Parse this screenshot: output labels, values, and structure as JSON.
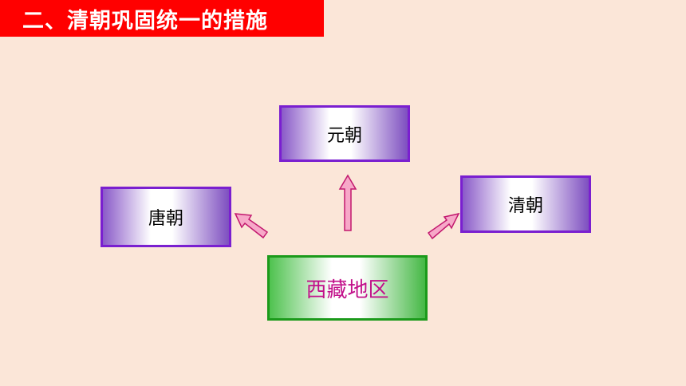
{
  "title": "二、清朝巩固统一的措施",
  "center_node": {
    "label": "西藏地区"
  },
  "nodes": {
    "tang": {
      "label": "唐朝"
    },
    "yuan": {
      "label": "元朝"
    },
    "qing": {
      "label": "清朝"
    }
  },
  "colors": {
    "title_bg": "#ff0000",
    "background": "#fbe6d8",
    "purple_border": "#7a1fd0",
    "green_border": "#1b9a1b",
    "center_text": "#c2108a",
    "arrow_fill": "#f7a8c8",
    "arrow_stroke": "#c2186e"
  }
}
